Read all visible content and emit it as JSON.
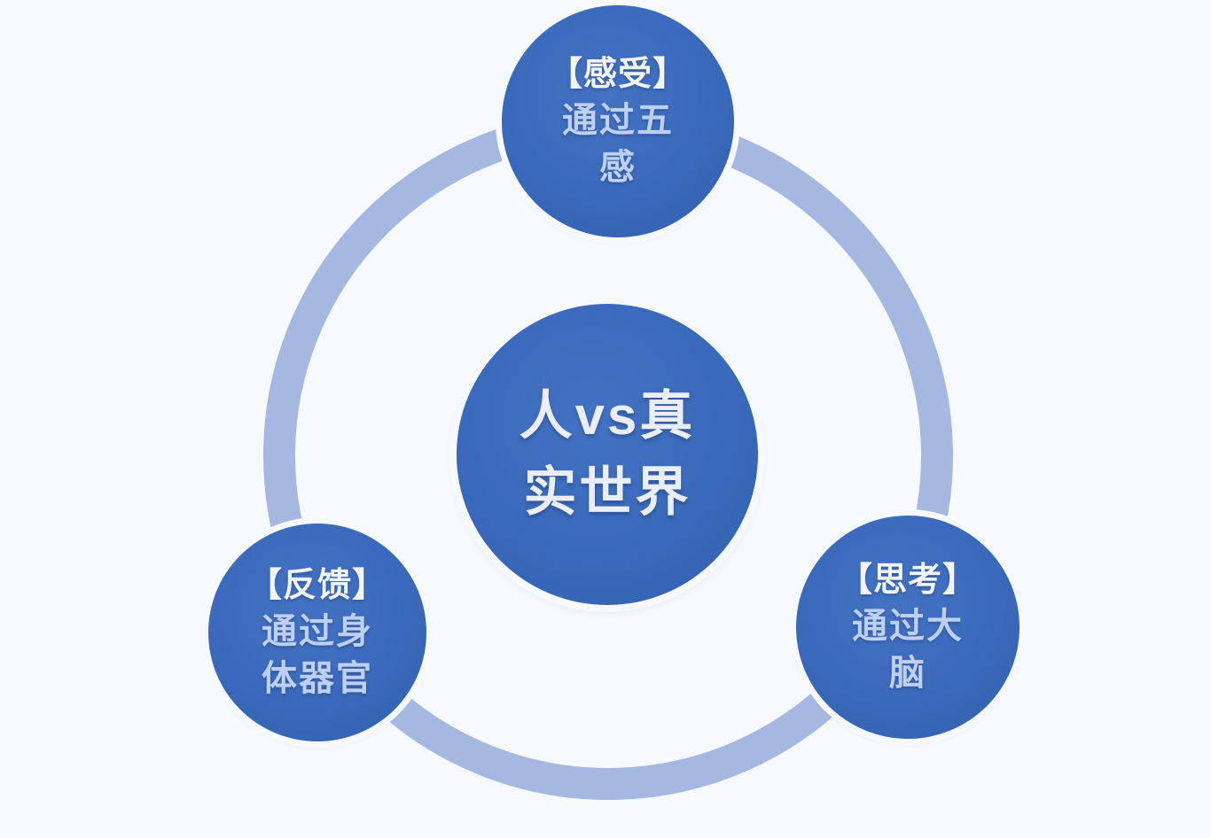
{
  "diagram": {
    "type": "cycle-diagram",
    "center": {
      "label": "人vs真\n实世界",
      "meaning": "Person vs real world"
    },
    "nodes": [
      {
        "id": "top",
        "heading": "【感受】",
        "body": "通过五\n感"
      },
      {
        "id": "bottom-left",
        "heading": "【反馈】",
        "body": "通过身\n体器官"
      },
      {
        "id": "bottom-right",
        "heading": "【思考】",
        "body": "通过大\n脑"
      }
    ],
    "colors": {
      "node_fill": "#3a69bb",
      "ring": "#a4b8e1",
      "heading_text": "#f1f5fc",
      "body_text": "#bdd0f3",
      "center_text": "#e9eefa",
      "background": "#f6f9fd"
    }
  }
}
